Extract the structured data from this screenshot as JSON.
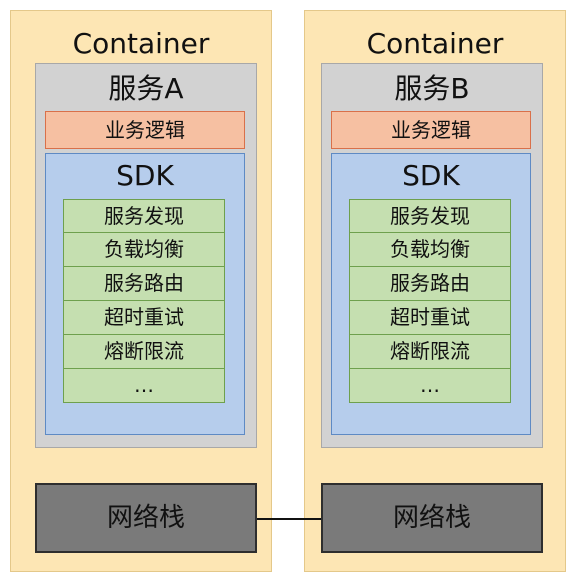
{
  "containers": [
    {
      "title": "Container",
      "service": {
        "title": "服务A",
        "business": "业务逻辑",
        "sdk": {
          "title": "SDK",
          "modules": [
            "服务发现",
            "负载均衡",
            "服务路由",
            "超时重试",
            "熔断限流",
            "…"
          ]
        }
      },
      "network": "网络栈"
    },
    {
      "title": "Container",
      "service": {
        "title": "服务B",
        "business": "业务逻辑",
        "sdk": {
          "title": "SDK",
          "modules": [
            "服务发现",
            "负载均衡",
            "服务路由",
            "超时重试",
            "熔断限流",
            "…"
          ]
        }
      },
      "network": "网络栈"
    }
  ],
  "colors": {
    "container": "#fde6b4",
    "service": "#d2d2d2",
    "business": "#f6c0a2",
    "sdk": "#b6cdec",
    "module": "#c5dfb0",
    "network": "#7a7a7a"
  }
}
